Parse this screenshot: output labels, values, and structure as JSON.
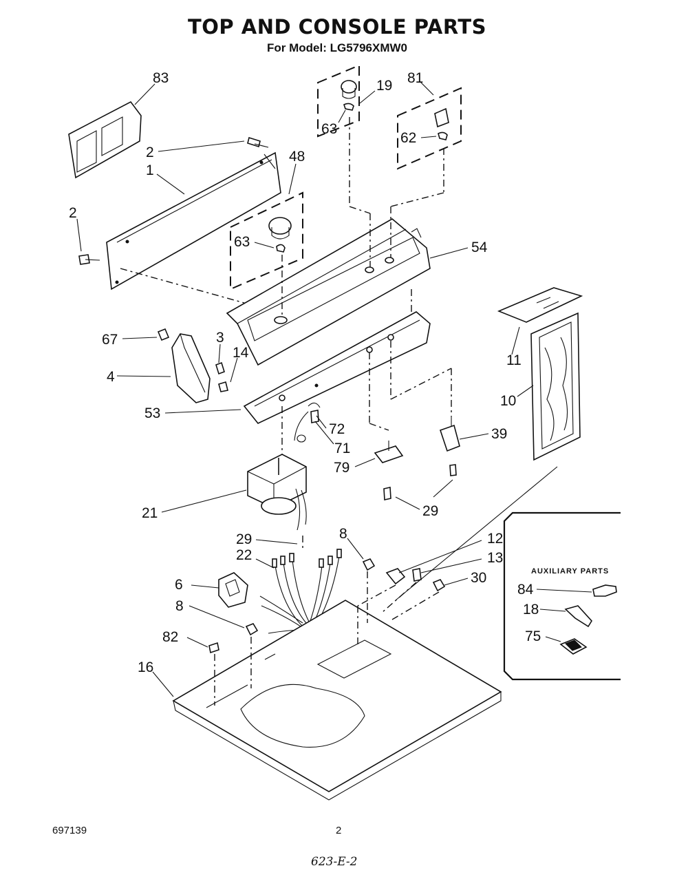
{
  "header": {
    "title": "TOP AND CONSOLE PARTS",
    "subtitle": "For Model: LG5796XMW0"
  },
  "footer": {
    "doc_number": "697139",
    "page_number": "2",
    "handwritten_note": "623-E-2"
  },
  "auxiliary_box": {
    "title": "AUXILIARY PARTS"
  },
  "callouts": {
    "p83": "83",
    "p2a": "2",
    "p1": "1",
    "p48": "48",
    "p2b": "2",
    "p19": "19",
    "p63a": "63",
    "p81": "81",
    "p62": "62",
    "p63b": "63",
    "p54": "54",
    "p67": "67",
    "p3": "3",
    "p14": "14",
    "p4": "4",
    "p53": "53",
    "p72": "72",
    "p71": "71",
    "p79": "79",
    "p39": "39",
    "p29a": "29",
    "p11": "11",
    "p10": "10",
    "p21": "21",
    "p29b": "29",
    "p22": "22",
    "p8a": "8",
    "p12": "12",
    "p13": "13",
    "p30": "30",
    "p6": "6",
    "p8b": "8",
    "p82": "82",
    "p16": "16",
    "p84": "84",
    "p18": "18",
    "p75": "75"
  }
}
